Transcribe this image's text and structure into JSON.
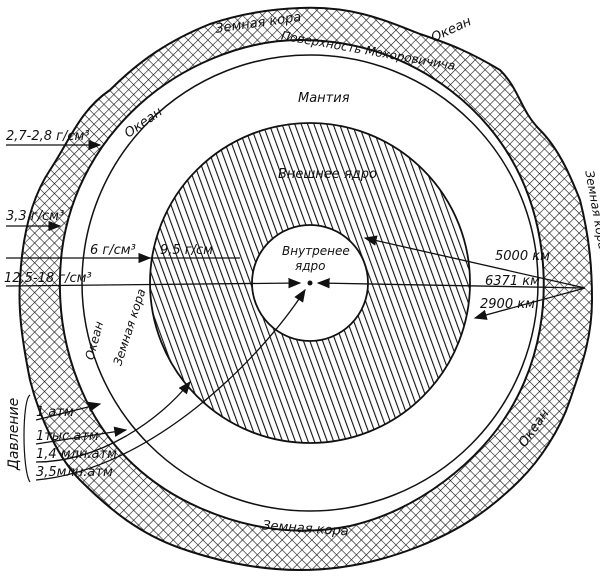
{
  "labels": {
    "crust_top": "Земная кора",
    "moho": "Поверхность Мохоровичича",
    "ocean_top": "Океан",
    "ocean_left": "Океан",
    "mantle": "Мантия",
    "outer_core": "Внешнее ядро",
    "inner_core_line1": "Внутренее",
    "inner_core_line2": "ядро",
    "crust_right": "Земная кора",
    "crust_left": "Земная кора",
    "ocean_left_lower": "Океан",
    "ocean_right_lower": "Океан",
    "crust_bottom": "Земная кора"
  },
  "density": {
    "d1": "2,7-2,8 г/см³",
    "d2": "3,3 г/см³",
    "d3": "6 г/см³",
    "d4": "9,5 г/см",
    "d5": "12,5-18 г/см³"
  },
  "distances": {
    "r1": "5000 км",
    "r2": "6371 км",
    "r3": "2900 км"
  },
  "pressure": {
    "title": "Давление",
    "p1": "1 атм",
    "p2": "1тыс атм",
    "p3": "1,4 млн.атм",
    "p4": "3,5млн.атм"
  }
}
